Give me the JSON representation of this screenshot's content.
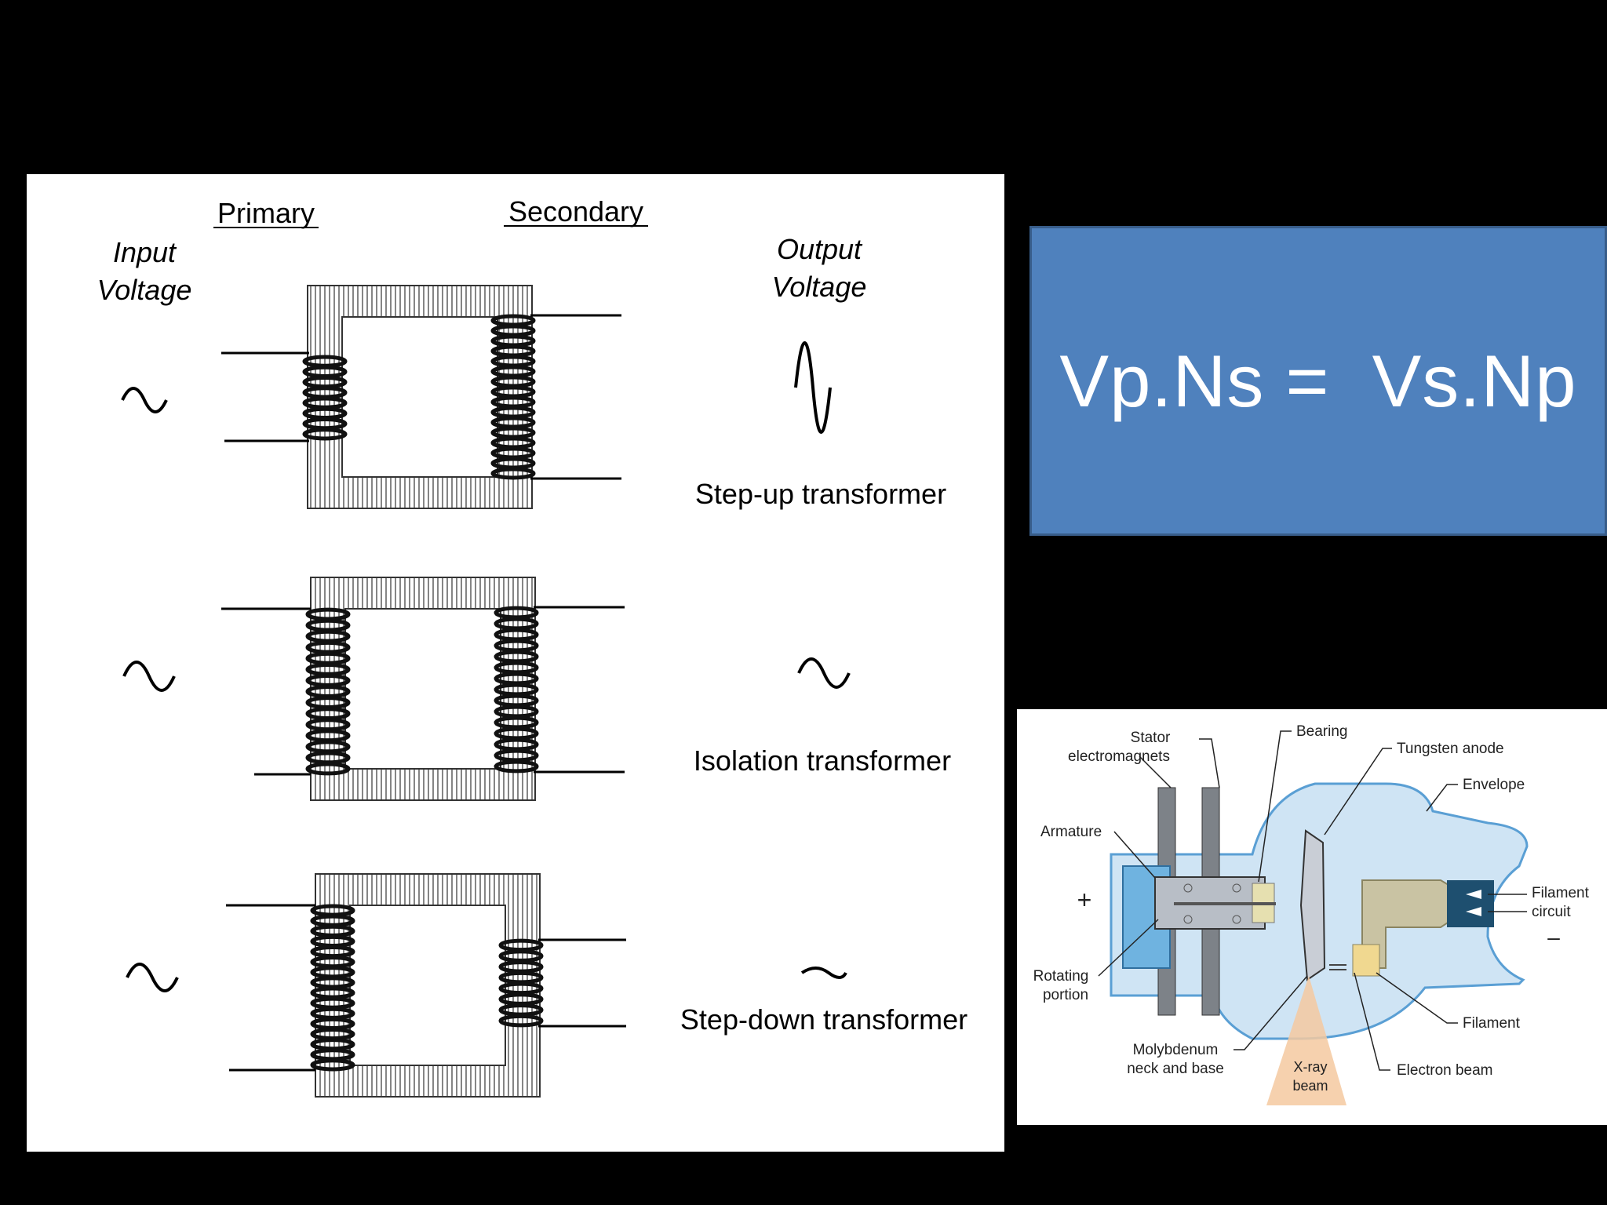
{
  "transformers": {
    "primary_heading": "Primary",
    "secondary_heading": "Secondary",
    "input_label": [
      "Input",
      "Voltage"
    ],
    "output_label": [
      "Output",
      "Voltage"
    ],
    "rows": [
      {
        "caption": "Step-up transformer",
        "primary_turns": 8,
        "secondary_turns": 16
      },
      {
        "caption": "Isolation transformer",
        "primary_turns": 15,
        "secondary_turns": 15
      },
      {
        "caption": "Step-down transformer",
        "primary_turns": 16,
        "secondary_turns": 8
      }
    ]
  },
  "formula": {
    "text": "Vp.Ns =  Vs.Np"
  },
  "xray_tube": {
    "labels": {
      "stator": [
        "Stator",
        "electromagnets"
      ],
      "bearing": "Bearing",
      "anode": "Tungsten anode",
      "envelope": "Envelope",
      "armature": "Armature",
      "plus": "+",
      "filament_circuit": [
        "Filament",
        "circuit"
      ],
      "minus": "–",
      "rotating": [
        "Rotating",
        "portion"
      ],
      "filament": "Filament",
      "molybdenum": [
        "Molybdenum",
        "neck and base"
      ],
      "xray_beam": [
        "X-ray",
        "beam"
      ],
      "electron_beam": "Electron beam"
    },
    "colors": {
      "glass": "#cfe4f4",
      "envelope_edge": "#5a9fd4",
      "anode": "#c9c3a3",
      "beam": "#f4c9a0"
    }
  }
}
